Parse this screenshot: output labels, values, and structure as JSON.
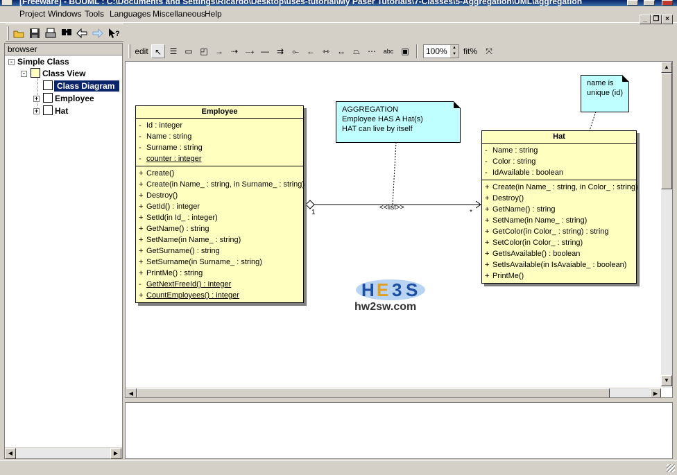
{
  "window": {
    "title": "[Freeware] - BOUML : C:\\Documents and Settings\\Ricardo\\Desktop\\uses-tutorial\\My Paser Tutorials\\7-Classes\\5-Aggregation\\UML\\aggregation"
  },
  "menu": [
    "Project",
    "Windows",
    "Tools",
    "Languages",
    "Miscellaneous",
    "Help"
  ],
  "toolbar": {
    "icons": [
      "open-icon",
      "save-icon",
      "print-icon",
      "find-icon",
      "back-icon",
      "forward-icon",
      "help-cursor-icon"
    ]
  },
  "browser": {
    "label": "browser",
    "tree": [
      {
        "label": "Simple Class",
        "level": 0,
        "expander": "-"
      },
      {
        "label": "Class View",
        "level": 1,
        "expander": "-"
      },
      {
        "label": "Class Diagram",
        "level": 2,
        "expander": "",
        "selected": true
      },
      {
        "label": "Employee",
        "level": 2,
        "expander": "+"
      },
      {
        "label": "Hat",
        "level": 2,
        "expander": "+"
      }
    ]
  },
  "diagram_toolbar": {
    "edit_label": "edit",
    "zoom_value": "100%",
    "fit_label": "fit%",
    "abc_label": "abc"
  },
  "classes": {
    "employee": {
      "name": "Employee",
      "attributes": [
        {
          "vis": "-",
          "text": "Id : integer",
          "static": false
        },
        {
          "vis": "-",
          "text": "Name : string",
          "static": false
        },
        {
          "vis": "-",
          "text": "Surname : string",
          "static": false
        },
        {
          "vis": "-",
          "text": "counter : integer",
          "static": true
        }
      ],
      "operations": [
        {
          "vis": "+",
          "text": "Create()",
          "static": false
        },
        {
          "vis": "+",
          "text": "Create(in Name_ : string, in Surname_ : string)",
          "static": false
        },
        {
          "vis": "+",
          "text": "Destroy()",
          "static": false
        },
        {
          "vis": "+",
          "text": "GetId() : integer",
          "static": false
        },
        {
          "vis": "+",
          "text": "SetId(in Id_ : integer)",
          "static": false
        },
        {
          "vis": "+",
          "text": "GetName() : string",
          "static": false
        },
        {
          "vis": "+",
          "text": "SetName(in Name_ : string)",
          "static": false
        },
        {
          "vis": "+",
          "text": "GetSurname() : string",
          "static": false
        },
        {
          "vis": "+",
          "text": "SetSurname(in Surname_ : string)",
          "static": false
        },
        {
          "vis": "+",
          "text": "PrintMe() : string",
          "static": false
        },
        {
          "vis": "-",
          "text": "GetNextFreeId() : integer",
          "static": true
        },
        {
          "vis": "+",
          "text": "CountEmployees() : integer",
          "static": true
        }
      ]
    },
    "hat": {
      "name": "Hat",
      "attributes": [
        {
          "vis": "-",
          "text": "Name : string",
          "static": false
        },
        {
          "vis": "-",
          "text": "Color : string",
          "static": false
        },
        {
          "vis": "-",
          "text": "IdAvailable : boolean",
          "static": false
        }
      ],
      "operations": [
        {
          "vis": "+",
          "text": "Create(in Name_ : string, in Color_ : string)",
          "static": false
        },
        {
          "vis": "+",
          "text": "Destroy()",
          "static": false
        },
        {
          "vis": "+",
          "text": "GetName() : string",
          "static": false
        },
        {
          "vis": "+",
          "text": "SetName(in Name_ : string)",
          "static": false
        },
        {
          "vis": "+",
          "text": "GetColor(in Color_ : string) : string",
          "static": false
        },
        {
          "vis": "+",
          "text": "SetColor(in Color_ : string)",
          "static": false
        },
        {
          "vis": "+",
          "text": "GetIsAvailable() : boolean",
          "static": false
        },
        {
          "vis": "+",
          "text": "SetIsAvailable(in IsAvaiable_ : boolean)",
          "static": false
        },
        {
          "vis": "+",
          "text": "PrintMe()",
          "static": false
        }
      ]
    }
  },
  "notes": {
    "aggregation": [
      "AGGREGATION",
      "Employee HAS A Hat(s)",
      "HAT can live by itself"
    ],
    "hat_name": [
      "name is",
      "unique (id)"
    ]
  },
  "relation": {
    "stereotype": "<<list>>",
    "mult_left": "1",
    "mult_right": "*"
  },
  "watermark": {
    "text": "hw2sw.com"
  },
  "colors": {
    "class_fill": "#ffffc0",
    "note_fill": "#c0ffff",
    "selection": "#0a246a",
    "title_bar": "#0a246a"
  }
}
